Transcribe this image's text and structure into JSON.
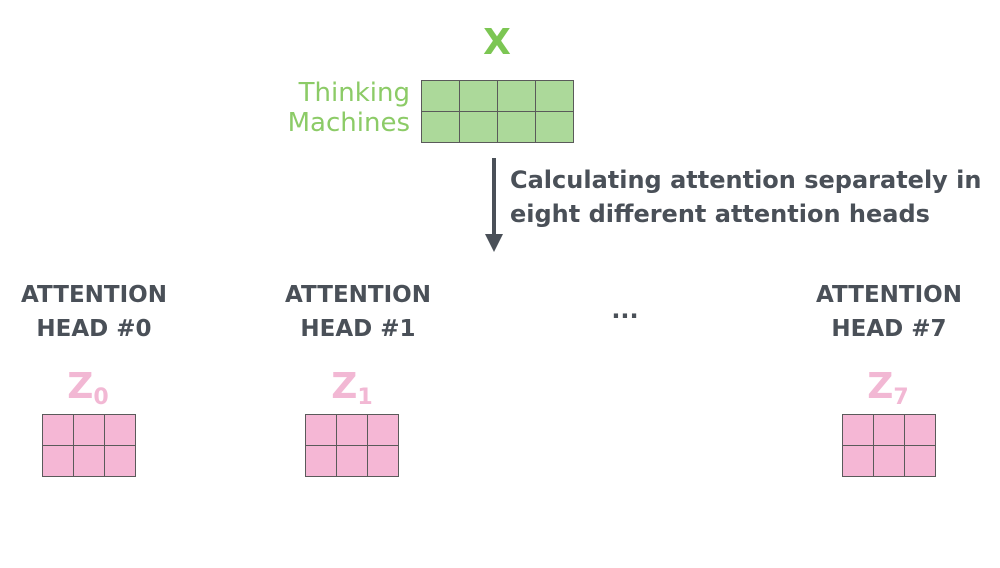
{
  "input": {
    "title": "X",
    "words": [
      "Thinking",
      "Machines"
    ],
    "colors": {
      "label": "#7cc653",
      "cells": "#acd99a"
    }
  },
  "arrow": {
    "caption_lines": [
      "Calculating attention separately in",
      "eight different attention heads"
    ]
  },
  "heads": [
    {
      "line1": "ATTENTION",
      "line2": "HEAD #0",
      "z": "Z",
      "sub": "0"
    },
    {
      "line1": "ATTENTION",
      "line2": "HEAD #1",
      "z": "Z",
      "sub": "1"
    },
    {
      "line1": "ATTENTION",
      "line2": "HEAD #7",
      "z": "Z",
      "sub": "7"
    }
  ],
  "ellipsis": "...",
  "colors": {
    "z_label": "#f2b8d4",
    "z_cells": "#f5b7d5",
    "text": "#4a5058"
  }
}
